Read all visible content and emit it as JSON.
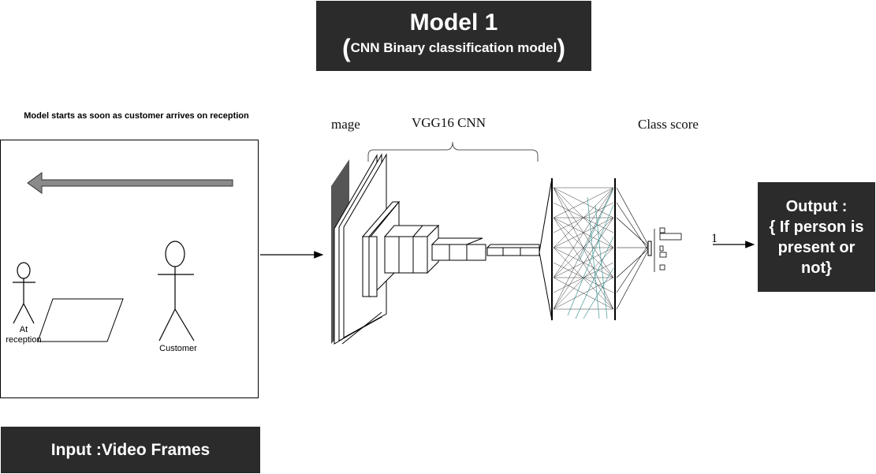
{
  "title": {
    "main": "Model 1",
    "open_paren": "(",
    "sub": "CNN Binary classification model",
    "close_paren": ")"
  },
  "scene": {
    "caption": "Model starts as soon as customer arrives on reception",
    "reception_label": "At reception",
    "customer_label": "Customer"
  },
  "input": {
    "label": "Input :Video Frames"
  },
  "network": {
    "image_label": "mage",
    "cnn_label": "VGG16 CNN",
    "score_label": "Class score",
    "output_value": "1"
  },
  "output": {
    "line1": "Output :",
    "line2": "{ If person is",
    "line3": "present or",
    "line4": "not}"
  },
  "colors": {
    "box_bg": "#2b2b2b",
    "box_text": "#ffffff",
    "arrow_gray": "#8a8a8a",
    "teal_lines": "#2f8f8f"
  }
}
